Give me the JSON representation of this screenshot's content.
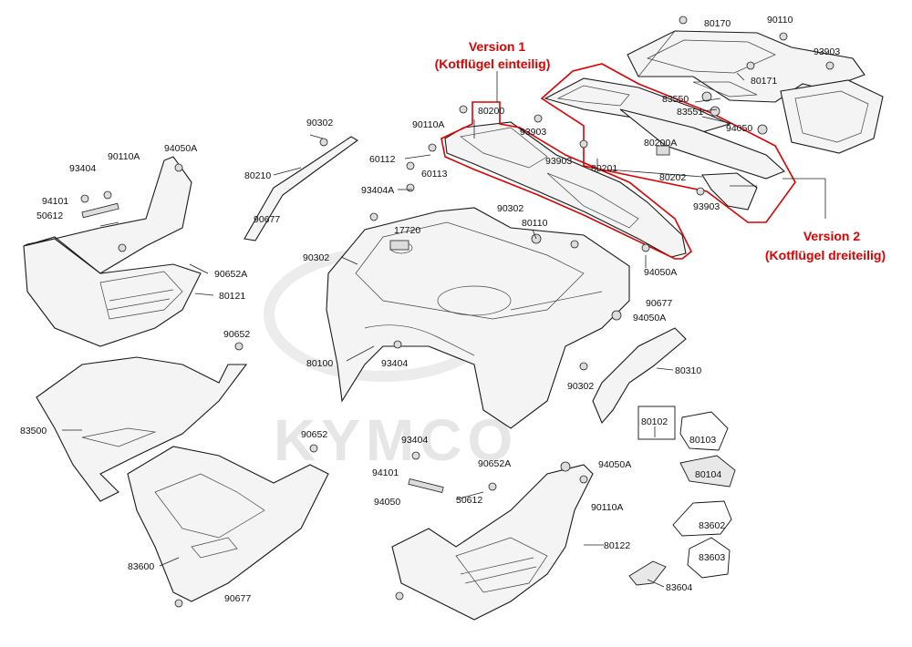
{
  "watermark": "KYMCO",
  "version1": {
    "title": "Version 1",
    "subtitle": "(Kotflügel einteilig)"
  },
  "version2": {
    "title": "Version 2",
    "subtitle": "(Kotflügel dreiteilig)"
  },
  "labels": {
    "l80170": "80170",
    "l90110": "90110",
    "l93903a": "93903",
    "l80171": "80171",
    "l83550": "83550",
    "l83551": "83551",
    "l94050": "94050",
    "l80200A": "80200A",
    "l80200": "80200",
    "l90110A_c": "90110A",
    "l93903b": "93903",
    "l93903c": "93903",
    "l80201": "80201",
    "l80202": "80202",
    "l93903d": "93903",
    "l90302a": "90302",
    "l80210": "80210",
    "l90677a": "90677",
    "l60112": "60112",
    "l60113": "60113",
    "l93404A": "93404A",
    "l17720": "17720",
    "l90302b": "90302",
    "l80110": "80110",
    "l90302c": "90302",
    "l80100": "80100",
    "l93404b": "93404",
    "l94050A_r": "94050A",
    "l90677b": "90677",
    "l94050A_r2": "94050A",
    "l80310": "80310",
    "l90302d": "90302",
    "l90110A_l": "90110A",
    "l94050A_l": "94050A",
    "l93404a": "93404",
    "l94101a": "94101",
    "l50612a": "50612",
    "l90652A_l": "90652A",
    "l80121": "80121",
    "l90652": "90652",
    "l83500": "83500",
    "l90652b": "90652",
    "l83600": "83600",
    "l90677c": "90677",
    "l93404c": "93404",
    "l94101b": "94101",
    "l90652A_b": "90652A",
    "l94050b": "94050",
    "l50612b": "50612",
    "l94050A_b": "94050A",
    "l90110A_b": "90110A",
    "l80122": "80122",
    "l80102": "80102",
    "l80103": "80103",
    "l80104": "80104",
    "l83602": "83602",
    "l83603": "83603",
    "l83604": "83604"
  }
}
